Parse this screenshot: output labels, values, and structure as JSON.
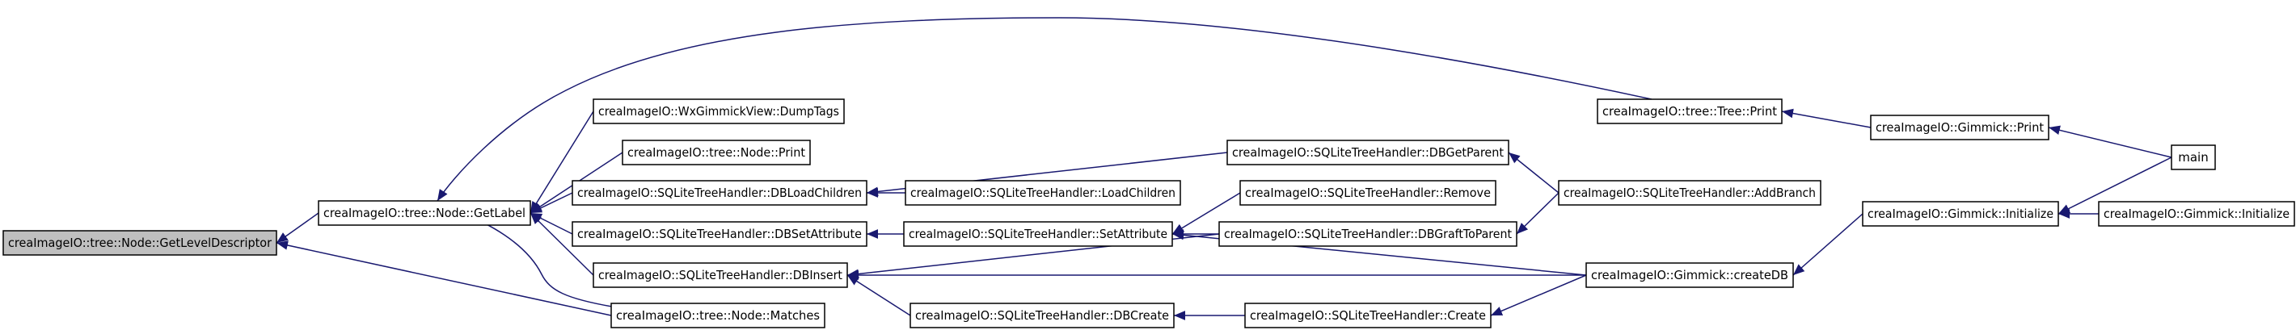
{
  "graph": {
    "edge_color": "#191970",
    "root_fill": "#bfbfbf",
    "nodes": [
      {
        "id": "getLevelDescriptor",
        "label": "creaImageIO::tree::Node::GetLevelDescriptor"
      },
      {
        "id": "getLabel",
        "label": "creaImageIO::tree::Node::GetLabel"
      },
      {
        "id": "dumpTags",
        "label": "creaImageIO::WxGimmickView::DumpTags"
      },
      {
        "id": "nodePrint",
        "label": "creaImageIO::tree::Node::Print"
      },
      {
        "id": "dbLoadChildren",
        "label": "creaImageIO::SQLiteTreeHandler::DBLoadChildren"
      },
      {
        "id": "dbSetAttribute",
        "label": "creaImageIO::SQLiteTreeHandler::DBSetAttribute"
      },
      {
        "id": "dbInsert",
        "label": "creaImageIO::SQLiteTreeHandler::DBInsert"
      },
      {
        "id": "matches",
        "label": "creaImageIO::tree::Node::Matches"
      },
      {
        "id": "loadChildren",
        "label": "creaImageIO::SQLiteTreeHandler::LoadChildren"
      },
      {
        "id": "setAttribute",
        "label": "creaImageIO::SQLiteTreeHandler::SetAttribute"
      },
      {
        "id": "dbCreate",
        "label": "creaImageIO::SQLiteTreeHandler::DBCreate"
      },
      {
        "id": "dbGetParent",
        "label": "creaImageIO::SQLiteTreeHandler::DBGetParent"
      },
      {
        "id": "remove",
        "label": "creaImageIO::SQLiteTreeHandler::Remove"
      },
      {
        "id": "dbGraftToParent",
        "label": "creaImageIO::SQLiteTreeHandler::DBGraftToParent"
      },
      {
        "id": "create",
        "label": "creaImageIO::SQLiteTreeHandler::Create"
      },
      {
        "id": "treePrint",
        "label": "creaImageIO::tree::Tree::Print"
      },
      {
        "id": "addBranch",
        "label": "creaImageIO::SQLiteTreeHandler::AddBranch"
      },
      {
        "id": "createDB",
        "label": "creaImageIO::Gimmick::createDB"
      },
      {
        "id": "gimmickPrint",
        "label": "creaImageIO::Gimmick::Print"
      },
      {
        "id": "gimmickInitialize",
        "label": "creaImageIO::Gimmick::Initialize"
      },
      {
        "id": "main",
        "label": "main"
      },
      {
        "id": "gimmickInitialize2",
        "label": "creaImageIO::Gimmick::Initialize"
      }
    ],
    "edges": [
      {
        "from": "getLabel",
        "to": "getLevelDescriptor"
      },
      {
        "from": "matches",
        "to": "getLevelDescriptor"
      },
      {
        "from": "dumpTags",
        "to": "getLabel"
      },
      {
        "from": "nodePrint",
        "to": "getLabel"
      },
      {
        "from": "dbLoadChildren",
        "to": "getLabel"
      },
      {
        "from": "dbSetAttribute",
        "to": "getLabel"
      },
      {
        "from": "dbInsert",
        "to": "getLabel"
      },
      {
        "from": "matches",
        "to": "getLabel"
      },
      {
        "from": "treePrint",
        "to": "getLabel"
      },
      {
        "from": "loadChildren",
        "to": "dbLoadChildren"
      },
      {
        "from": "dbGetParent",
        "to": "dbLoadChildren"
      },
      {
        "from": "setAttribute",
        "to": "dbSetAttribute"
      },
      {
        "from": "dbGraftToParent",
        "to": "dbInsert"
      },
      {
        "from": "createDB",
        "to": "dbInsert"
      },
      {
        "from": "dbCreate",
        "to": "dbInsert"
      },
      {
        "from": "remove",
        "to": "setAttribute"
      },
      {
        "from": "dbGraftToParent",
        "to": "setAttribute"
      },
      {
        "from": "createDB",
        "to": "setAttribute"
      },
      {
        "from": "create",
        "to": "dbCreate"
      },
      {
        "from": "addBranch",
        "to": "dbGetParent"
      },
      {
        "from": "addBranch",
        "to": "dbGraftToParent"
      },
      {
        "from": "createDB",
        "to": "create"
      },
      {
        "from": "gimmickPrint",
        "to": "treePrint"
      },
      {
        "from": "gimmickInitialize",
        "to": "createDB"
      },
      {
        "from": "main",
        "to": "gimmickPrint"
      },
      {
        "from": "main",
        "to": "gimmickInitialize"
      },
      {
        "from": "gimmickInitialize2",
        "to": "gimmickInitialize"
      }
    ]
  }
}
